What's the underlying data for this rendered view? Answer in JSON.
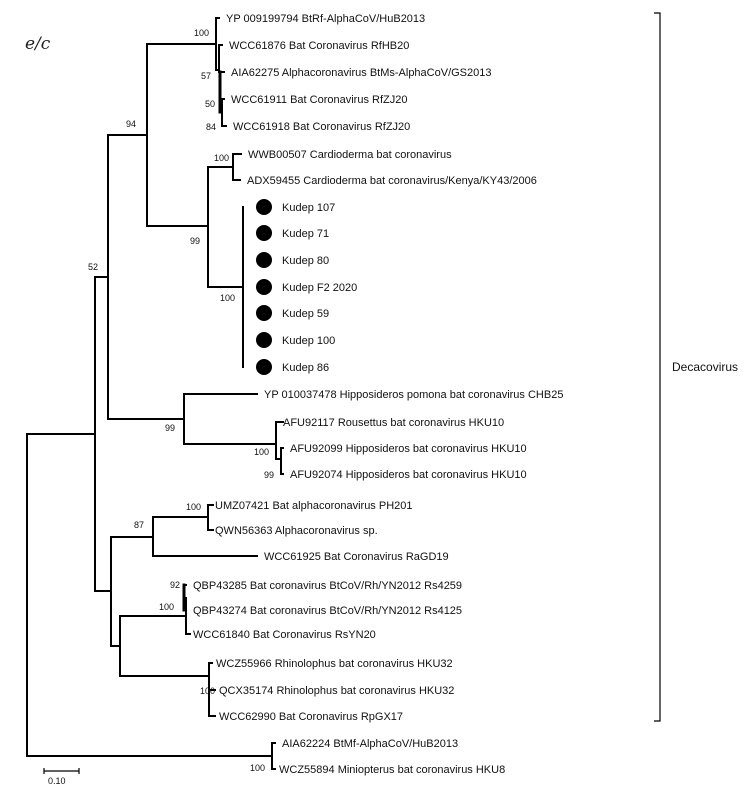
{
  "figure": {
    "panel_label": "e/c",
    "scale_bar_label": "0.10",
    "clade_label": "Decacovirus",
    "line_color": "#000000",
    "marker_color": "#000000"
  },
  "leaves": [
    {
      "id": "L1",
      "label": "YP 009199794 BtRf-AlphaCoV/HuB2013",
      "marker": false
    },
    {
      "id": "L2",
      "label": "WCC61876 Bat Coronavirus RfHB20",
      "marker": false
    },
    {
      "id": "L3",
      "label": "AIA62275 Alphacoronavirus BtMs-AlphaCoV/GS2013",
      "marker": false
    },
    {
      "id": "L4",
      "label": "WCC61911 Bat Coronavirus RfZJ20",
      "marker": false
    },
    {
      "id": "L5",
      "label": "WCC61918 Bat Coronavirus RfZJ20",
      "marker": false
    },
    {
      "id": "L6",
      "label": "WWB00507 Cardioderma bat coronavirus",
      "marker": false
    },
    {
      "id": "L7",
      "label": "ADX59455 Cardioderma bat coronavirus/Kenya/KY43/2006",
      "marker": false
    },
    {
      "id": "L8",
      "label": "Kudep 107",
      "marker": true
    },
    {
      "id": "L9",
      "label": "Kudep 71",
      "marker": true
    },
    {
      "id": "L10",
      "label": "Kudep 80",
      "marker": true
    },
    {
      "id": "L11",
      "label": "Kudep F2 2020",
      "marker": true
    },
    {
      "id": "L12",
      "label": "Kudep 59",
      "marker": true
    },
    {
      "id": "L13",
      "label": "Kudep 100",
      "marker": true
    },
    {
      "id": "L14",
      "label": "Kudep 86",
      "marker": true
    },
    {
      "id": "L15",
      "label": "YP 010037478 Hipposideros pomona bat coronavirus CHB25",
      "marker": false
    },
    {
      "id": "L16",
      "label": "AFU92117 Rousettus bat coronavirus HKU10",
      "marker": false
    },
    {
      "id": "L17",
      "label": "AFU92099 Hipposideros bat coronavirus HKU10",
      "marker": false
    },
    {
      "id": "L18",
      "label": "AFU92074 Hipposideros bat coronavirus HKU10",
      "marker": false
    },
    {
      "id": "L19",
      "label": "UMZ07421 Bat alphacoronavirus PH201",
      "marker": false
    },
    {
      "id": "L20",
      "label": "QWN56363 Alphacoronavirus sp.",
      "marker": false
    },
    {
      "id": "L21",
      "label": "WCC61925 Bat Coronavirus RaGD19",
      "marker": false
    },
    {
      "id": "L22",
      "label": "QBP43285 Bat coronavirus BtCoV/Rh/YN2012 Rs4259",
      "marker": false
    },
    {
      "id": "L23",
      "label": "QBP43274 Bat coronavirus BtCoV/Rh/YN2012 Rs4125",
      "marker": false
    },
    {
      "id": "L24",
      "label": "WCC61840 Bat Coronavirus RsYN20",
      "marker": false
    },
    {
      "id": "L25",
      "label": "WCZ55966 Rhinolophus bat coronavirus HKU32",
      "marker": false
    },
    {
      "id": "L26",
      "label": "QCX35174 Rhinolophus bat coronavirus HKU32",
      "marker": false
    },
    {
      "id": "L27",
      "label": "WCC62990 Bat Coronavirus RpGX17",
      "marker": false
    },
    {
      "id": "L28",
      "label": "AIA62224 BtMf-AlphaCoV/HuB2013",
      "marker": false
    },
    {
      "id": "L29",
      "label": "WCZ55894 Miniopterus bat coronavirus HKU8",
      "marker": false
    }
  ],
  "bootstrap_values": [
    "100",
    "57",
    "50",
    "84",
    "94",
    "100",
    "99",
    "100",
    "52",
    "99",
    "100",
    "99",
    "100",
    "87",
    "92",
    "100",
    "100",
    "100"
  ]
}
